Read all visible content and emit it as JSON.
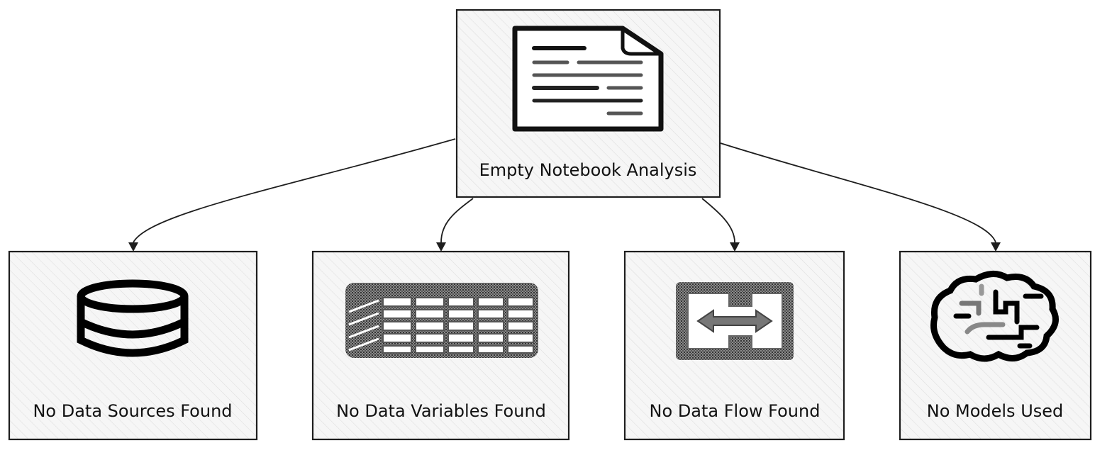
{
  "diagram": {
    "root": {
      "label": "Empty Notebook Analysis",
      "icon": "document-icon"
    },
    "children": [
      {
        "label": "No Data Sources Found",
        "icon": "database-icon"
      },
      {
        "label": "No Data Variables Found",
        "icon": "table-grid-icon"
      },
      {
        "label": "No Data Flow Found",
        "icon": "data-flow-arrows-icon"
      },
      {
        "label": "No Models Used",
        "icon": "brain-circuit-icon"
      }
    ]
  }
}
